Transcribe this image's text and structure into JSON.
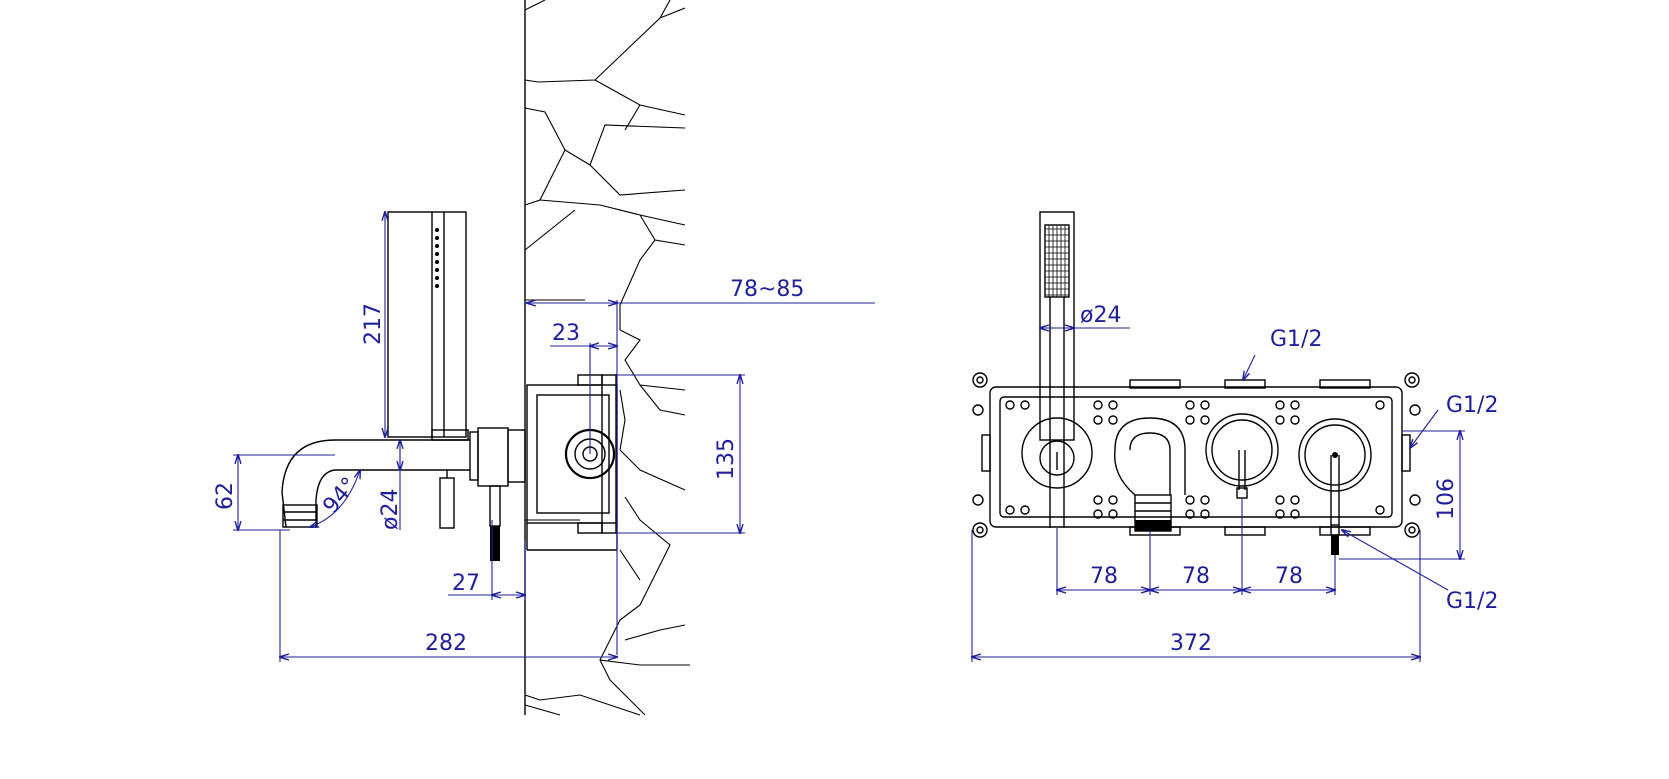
{
  "colors": {
    "outline": "#000000",
    "dimension": "#1f1f9a",
    "background": "#ffffff"
  },
  "side_view": {
    "wall_depth": "78~85",
    "box_offset": "23",
    "box_height": "135",
    "handshower_length": "217",
    "spout_height": "62",
    "spout_angle": "94°",
    "pipe_diameter": "ø24",
    "lever_offset": "27",
    "total_projection": "282"
  },
  "front_view": {
    "handshower_diameter": "ø24",
    "inlet_top": "G1/2",
    "inlet_right": "G1/2",
    "outlet_bottom": "G1/2",
    "box_height": "106",
    "spacing": [
      "78",
      "78",
      "78"
    ],
    "total_width": "372"
  }
}
